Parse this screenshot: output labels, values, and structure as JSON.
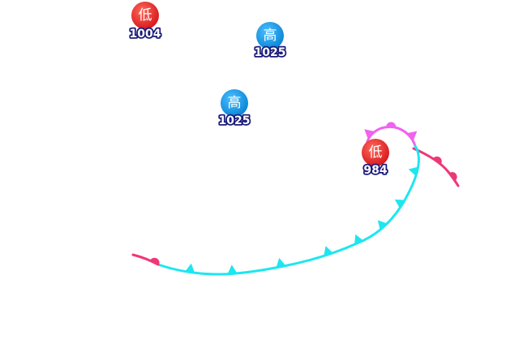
{
  "colors": {
    "low_fill": "#e8262b",
    "high_fill": "#1597e5",
    "warm_front": "#ee3778",
    "cold_front": "#1ee6f0",
    "occluded_front": "#f062f0",
    "pressure_outline": "#1a1a7a"
  },
  "pressure_systems": [
    {
      "type": "low",
      "symbol": "低",
      "pressure": "1004"
    },
    {
      "type": "high",
      "symbol": "高",
      "pressure": "1025"
    },
    {
      "type": "high",
      "symbol": "高",
      "pressure": "1025"
    },
    {
      "type": "low",
      "symbol": "低",
      "pressure": "984"
    }
  ],
  "fronts": [
    {
      "type": "warm",
      "name": "warm-front-east"
    },
    {
      "type": "occluded",
      "name": "occluded-front"
    },
    {
      "type": "cold",
      "name": "cold-front-main"
    },
    {
      "type": "warm",
      "name": "warm-front-west"
    }
  ]
}
